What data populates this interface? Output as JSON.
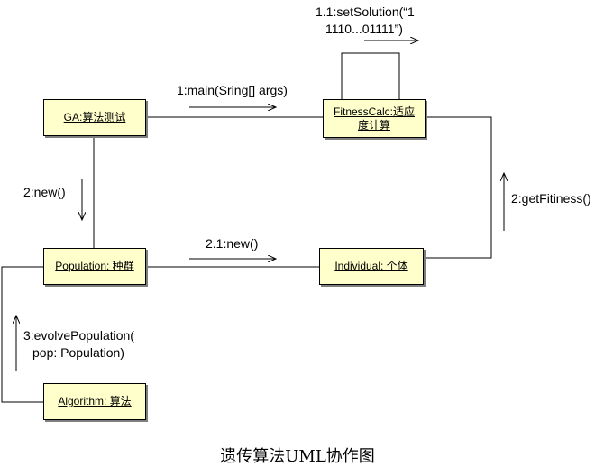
{
  "title": "遗传算法UML协作图",
  "objects": [
    {
      "id": "ga",
      "label": "GA:算法测试"
    },
    {
      "id": "fitness",
      "label": "FitnessCalc:适应度计算"
    },
    {
      "id": "population",
      "label": "Population: 种群"
    },
    {
      "id": "individual",
      "label": "Individual: 个体"
    },
    {
      "id": "algorithm",
      "label": "Algorithm: 算法"
    }
  ],
  "messages": {
    "m1": "1:main(Sring[] args)",
    "m11_line1": "1.1:setSolution(“1",
    "m11_line2": "1110...01111”)",
    "m2": "2:new()",
    "m21": "2.1:new()",
    "m2fit": "2:getFitiness()",
    "m3_line1": "3:evolvePopulation(",
    "m3_line2": "pop: Population)"
  }
}
